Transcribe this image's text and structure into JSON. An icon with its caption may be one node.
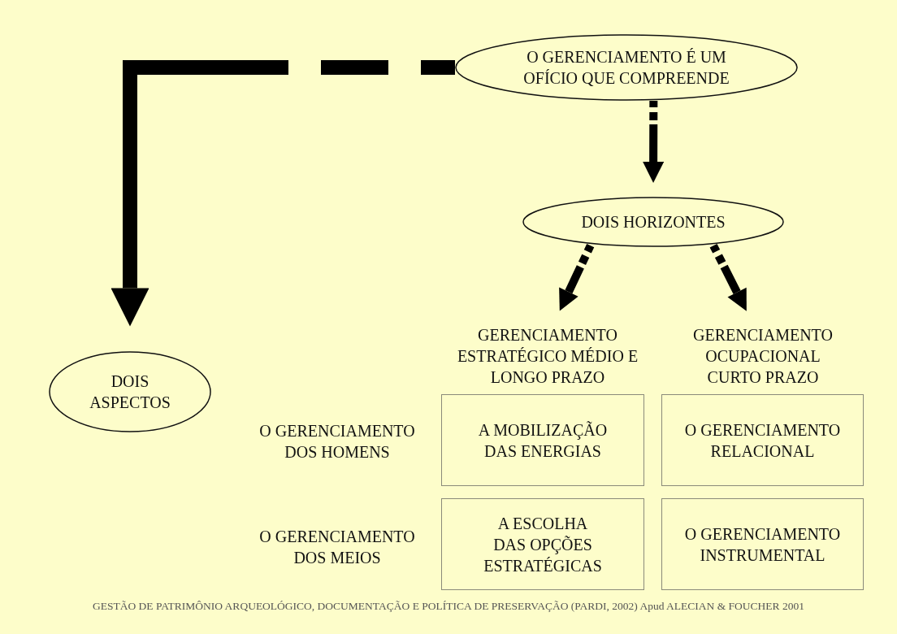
{
  "diagram": {
    "caption": "GESTÃO DE PATRIMÔNIO ARQUEOLÓGICO, DOCUMENTAÇÃO E  POLÍTICA DE PRESERVAÇÃO  (PARDI, 2002) Apud  ALECIAN & FOUCHER 2001",
    "nodes": [
      {
        "text": [
          "O GERENCIAMENTO É UM OFÍCIO QUE COMPREENDE"
        ]
      },
      {
        "text": [
          "DOIS HORIZONTES"
        ]
      },
      {
        "text": [
          "DOIS ASPECTOS"
        ]
      },
      {
        "text": [
          "GERENCIAMENTO ESTRATÉGICO MÉDIO E LONGO PRAZO"
        ]
      },
      {
        "text": [
          "GERENCIAMENTO OCUPACIONAL CURTO PRAZO"
        ]
      },
      {
        "text": [
          "A MOBILIZAÇÃO DAS ENERGIAS"
        ]
      },
      {
        "text": [
          "O GERENCIAMENTO RELACIONAL"
        ]
      },
      {
        "text": [
          "A ESCOLHA DAS OPÇÕES ESTRATÉGICAS"
        ]
      },
      {
        "text": [
          "O GERENCIAMENTO INSTRUMENTAL"
        ]
      }
    ],
    "edges": [
      {
        "from": 0,
        "to": 2,
        "arrow": "to",
        "style": "dashed"
      },
      {
        "from": 0,
        "to": 1,
        "arrow": "to"
      },
      {
        "from": 1,
        "to": 3,
        "arrow": "to"
      },
      {
        "from": 1,
        "to": 4,
        "arrow": "to"
      }
    ],
    "labels": [
      "O GERENCIAMENTO DOS HOMENS",
      "O GERENCIAMENTO DOS MEIOS"
    ]
  }
}
